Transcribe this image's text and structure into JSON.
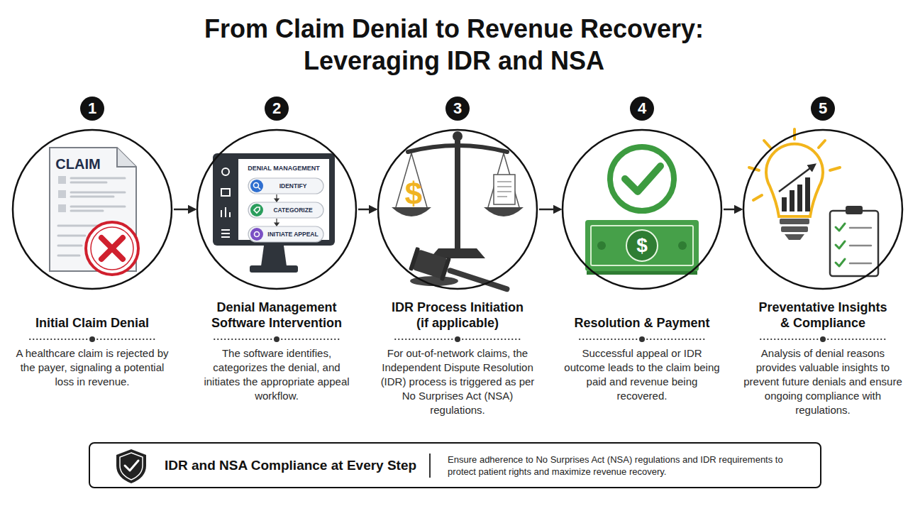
{
  "diagram": {
    "title": "From Claim Denial to Revenue Recovery: Leveraging IDR and NSA",
    "nodes": [
      {
        "text": [
          "Initial Claim Denial",
          "A healthcare claim is rejected by the payer, signaling a potential loss in revenue."
        ]
      },
      {
        "text": [
          "Denial Management Software Intervention",
          "The software identifies, categorizes the denial, and initiates the appropriate appeal workflow."
        ]
      },
      {
        "text": [
          "IDR Process Initiation (if applicable)",
          "For out-of-network claims, the Independent Dispute Resolution (IDR) process is triggered as per No Surprises Act (NSA) regulations."
        ]
      },
      {
        "text": [
          "Resolution & Payment",
          "Successful appeal or IDR outcome leads to the claim being paid and revenue being recovered."
        ]
      },
      {
        "text": [
          "Preventative Insights & Compliance",
          "Analysis of denial reasons provides valuable insights to prevent future denials and ensure ongoing compliance with regulations."
        ]
      },
      {
        "text": [
          "IDR and NSA Compliance at Every Step",
          "Ensure adherence to No Surprises Act (NSA) regulations and IDR requirements to protect patient rights and maximize revenue recovery."
        ]
      }
    ],
    "edges": [
      {
        "from": 0,
        "to": 1,
        "arrow": "to"
      },
      {
        "from": 1,
        "to": 2,
        "arrow": "to"
      },
      {
        "from": 2,
        "to": 3,
        "arrow": "to"
      },
      {
        "from": 3,
        "to": 4,
        "arrow": "to"
      }
    ],
    "labels": [
      "1",
      "2",
      "3",
      "4",
      "5",
      "CLAIM",
      "DENIAL MANAGEMENT",
      "IDENTIFY",
      "CATEGORIZE",
      "INITIATE APPEAL",
      "$",
      "$"
    ]
  }
}
